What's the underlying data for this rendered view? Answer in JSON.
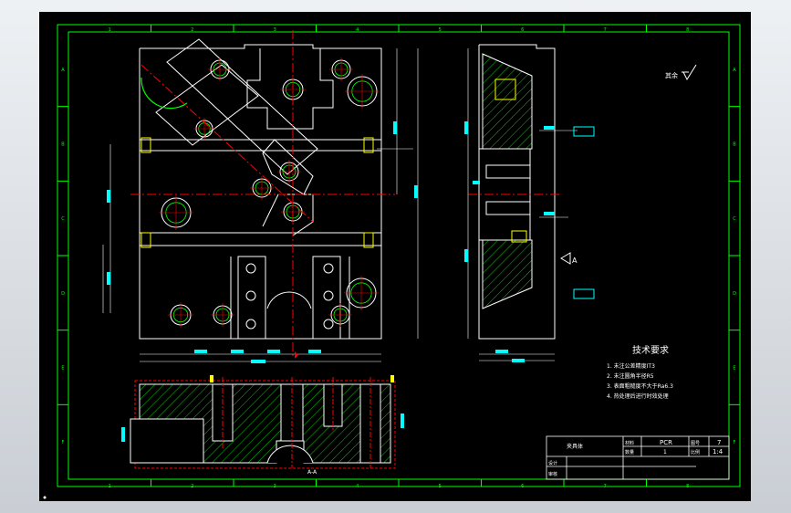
{
  "colors": {
    "background": "#000000",
    "frame": "#00ff00",
    "outline": "#ffffff",
    "hatch": "#00c800",
    "center_line": "#ff0000",
    "dimension": "#00ffff",
    "annotation": "#ffff00"
  },
  "tech_requirements": {
    "title": "技术要求",
    "items": [
      "1. 未注公差精度IT3",
      "2. 未注圆角半径R5",
      "3. 表面粗糙度不大于Ra6.3",
      "4. 热处理后进行时效处理"
    ]
  },
  "title_block": {
    "part_name": "夹具体",
    "material": "PCR",
    "quantity": "1",
    "sheet_no": "7",
    "scale": "1:4",
    "label_material": "材料",
    "label_quantity": "数量",
    "label_sheet": "图号",
    "label_scale": "比例",
    "label_design": "设计",
    "label_check": "审核"
  },
  "roughness_note": "其余",
  "section_label": "A-A",
  "datum_label": "A",
  "border_numbers": [
    "1",
    "2",
    "3",
    "4",
    "5",
    "6",
    "7",
    "8"
  ],
  "border_letters": [
    "A",
    "B",
    "C",
    "D",
    "E",
    "F"
  ]
}
